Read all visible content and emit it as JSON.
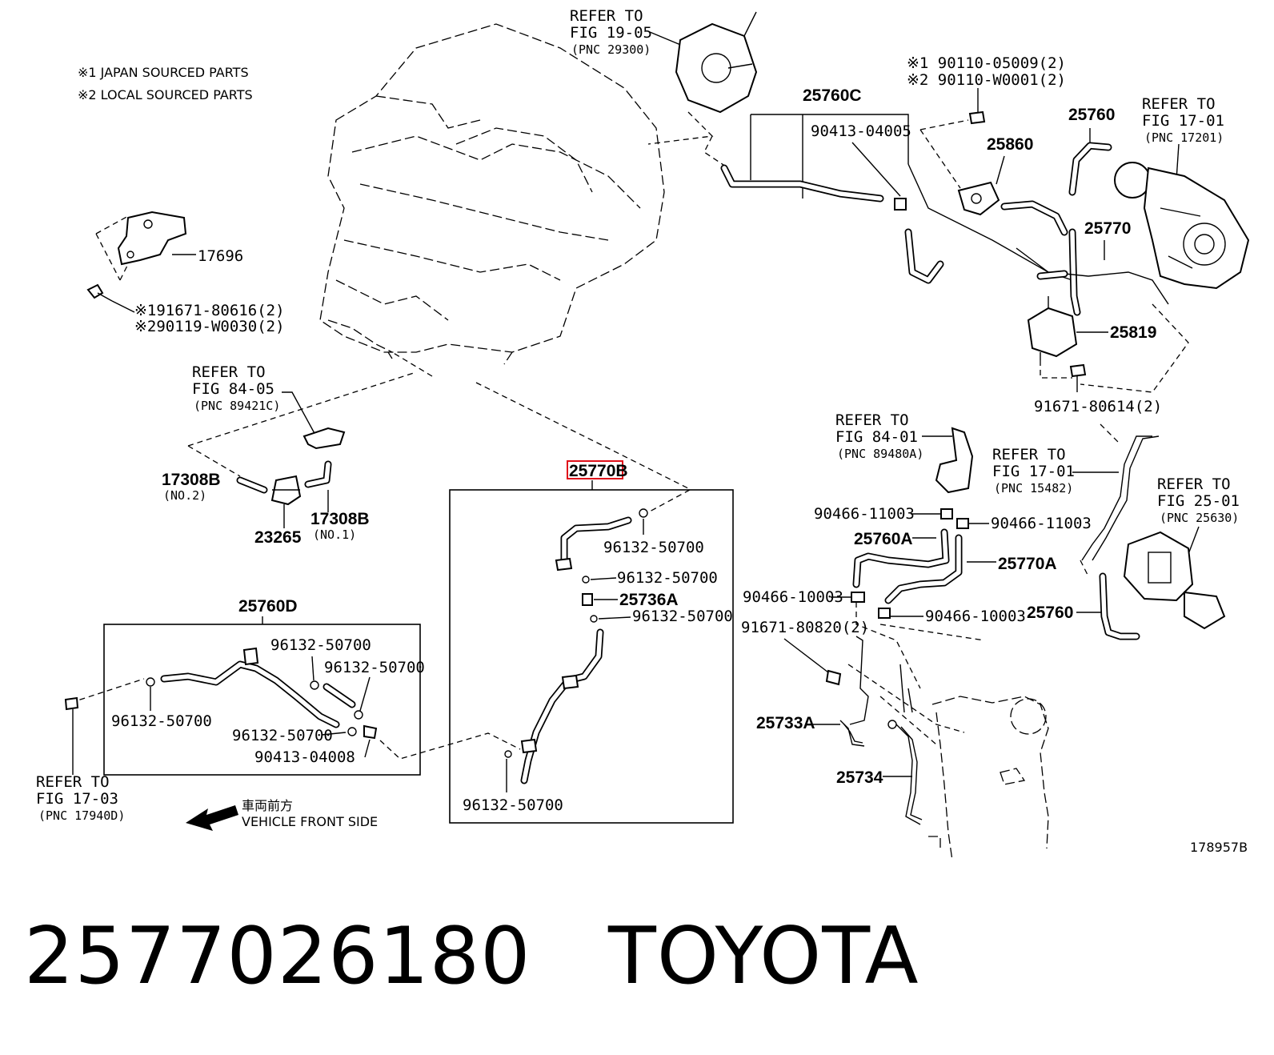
{
  "notes": {
    "japan": "※1 JAPAN SOURCED PARTS",
    "local": "※2 LOCAL SOURCED PARTS"
  },
  "refs": {
    "fig19": {
      "line1": "REFER TO",
      "line2": "FIG 19-05",
      "line3": "(PNC 29300)"
    },
    "fig17_01a": {
      "line1": "REFER TO",
      "line2": "FIG 17-01",
      "line3": "(PNC 17201)"
    },
    "fig84_05": {
      "line1": "REFER TO",
      "line2": "FIG 84-05",
      "line3": "(PNC 89421C)"
    },
    "fig84_01": {
      "line1": "REFER TO",
      "line2": "FIG 84-01",
      "line3": "(PNC 89480A)"
    },
    "fig17_01b": {
      "line1": "REFER TO",
      "line2": "FIG 17-01",
      "line3": "(PNC 15482)"
    },
    "fig25_01": {
      "line1": "REFER TO",
      "line2": "FIG 25-01",
      "line3": "(PNC 25630)"
    },
    "fig17_03": {
      "line1": "REFER TO",
      "line2": "FIG 17-03",
      "line3": "(PNC 17940D)"
    }
  },
  "labels": {
    "p17696": "17696",
    "bolt1": "※191671-80616(2)",
    "bolt2": "※290119-W0030(2)",
    "p17308b_no2": "17308B",
    "no2": "(NO.2)",
    "p23265": "23265",
    "p17308b_no1": "17308B",
    "no1": "(NO.1)",
    "p25760c": "25760C",
    "p90413_04005": "90413-04005",
    "p90110_a": "※1 90110-05009(2)",
    "p90110_b": "※2 90110-W0001(2)",
    "p25860": "25860",
    "p25760_top": "25760",
    "p25770": "25770",
    "p25819": "25819",
    "p91671_80614": "91671-80614(2)",
    "p25770b": "25770B",
    "b_96132_1": "96132-50700",
    "b_96132_2": "96132-50700",
    "p25736a": "25736A",
    "b_96132_3": "96132-50700",
    "b_96132_4": "96132-50700",
    "p25760d": "25760D",
    "d_96132_1": "96132-50700",
    "d_96132_2": "96132-50700",
    "d_96132_3": "96132-50700",
    "d_96132_4": "96132-50700",
    "d_90413_04008": "90413-04008",
    "p90466_11003_a": "90466-11003",
    "p90466_11003_b": "90466-11003",
    "p25760a": "25760A",
    "p25770a": "25770A",
    "p90466_10003_a": "90466-10003",
    "p90466_10003_b": "90466-10003",
    "p91671_80820": "91671-80820(2)",
    "p25760_right": "25760",
    "p25733a": "25733A",
    "p25734": "25734",
    "front_jp": "車両前方",
    "front_en": "VEHICLE FRONT SIDE",
    "fig_no": "178957B"
  },
  "footer": {
    "part_number": "2577026180",
    "brand": "TOYOTA"
  },
  "colors": {
    "highlight": "#e0101a",
    "ink": "#000000",
    "background": "#ffffff"
  }
}
